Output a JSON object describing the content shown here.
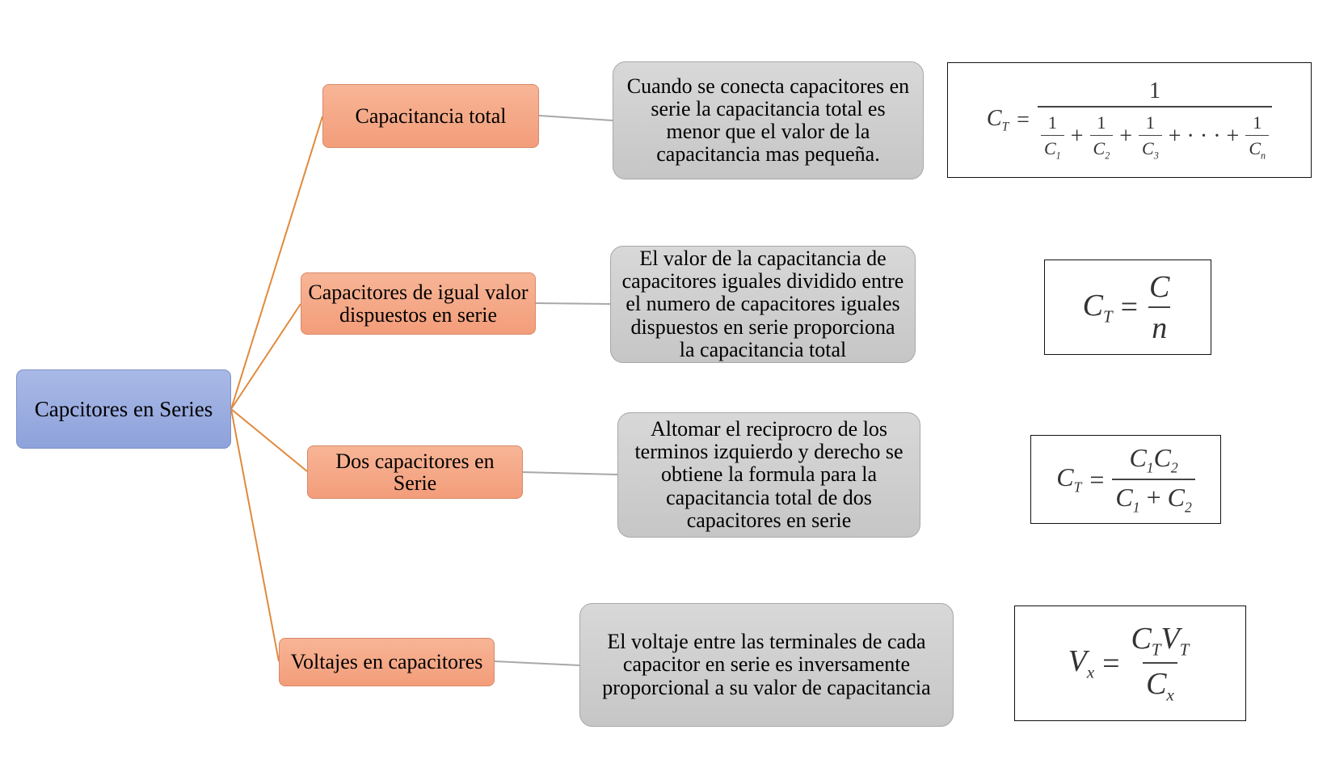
{
  "root": {
    "label": "Capcitores en Series"
  },
  "branches": [
    {
      "label": "Capacitancia total"
    },
    {
      "label": "Capacitores de igual valor dispuestos en serie"
    },
    {
      "label": "Dos capacitores en Serie"
    },
    {
      "label": "Voltajes en capacitores"
    }
  ],
  "descriptions": [
    {
      "lines": [
        "Cuando se conecta capacitores en",
        "serie la capacitancia total es",
        "menor que el valor de la",
        "capacitancia mas pequeña."
      ]
    },
    {
      "lines": [
        "El valor de la capacitancia de",
        "capacitores iguales dividido entre",
        "el numero de capacitores iguales",
        "dispuestos en serie proporciona",
        "la capacitancia total"
      ]
    },
    {
      "lines": [
        "Altomar el reciprocro de los",
        "terminos izquierdo y derecho se",
        "obtiene la formula para la",
        "capacitancia total de dos",
        "capacitores en serie"
      ]
    },
    {
      "lines": [
        "El voltaje entre las terminales de cada",
        "capacitor en serie es inversamente",
        "proporcional a su valor de capacitancia"
      ]
    }
  ],
  "formulas": {
    "f1": {
      "lhs": "C",
      "lhs_sub": "T",
      "num": "1",
      "plus": "+",
      "ellipsis": "+ · · · +",
      "terms": [
        {
          "n": "1",
          "d": "C",
          "s": "1"
        },
        {
          "n": "1",
          "d": "C",
          "s": "2"
        },
        {
          "n": "1",
          "d": "C",
          "s": "3"
        },
        {
          "n": "1",
          "d": "C",
          "s": "n"
        }
      ]
    },
    "f2": {
      "lhs": "C",
      "lhs_sub": "T",
      "num": "C",
      "den": "n"
    },
    "f3": {
      "lhs": "C",
      "lhs_sub": "T",
      "num_a": "C",
      "num_a_sub": "1",
      "num_b": "C",
      "num_b_sub": "2",
      "den_a": "C",
      "den_a_sub": "1",
      "den_op": "+",
      "den_b": "C",
      "den_b_sub": "2"
    },
    "f4": {
      "lhs": "V",
      "lhs_sub": "x",
      "num_a": "C",
      "num_a_sub": "T",
      "num_b": "V",
      "num_b_sub": "T",
      "den": "C",
      "den_sub": "x"
    }
  },
  "colors": {
    "root_fill": "#8ea2db",
    "branch_fill": "#f39d7a",
    "desc_fill": "#c6c6c6",
    "connector_orange": "#e08a3c",
    "connector_gray": "#a8a8a8"
  }
}
